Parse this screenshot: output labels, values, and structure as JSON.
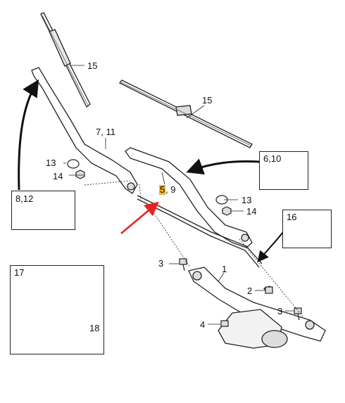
{
  "labels": {
    "p15_top": "15",
    "p15_mid": "15",
    "p7_11": "7, 11",
    "p13_left": "13",
    "p14_left": "14",
    "p6_10": "6,10",
    "p5": "5",
    "p9": ", 9",
    "p13_right": "13",
    "p14_right": "14",
    "p8_12": "8,12",
    "p16": "16",
    "p3_left": "3",
    "p1": "1",
    "p2": "2",
    "p3_right": "3",
    "p4": "4",
    "p17": "17",
    "p18": "18"
  },
  "colors": {
    "highlight": "#f5b025",
    "pointer_arrow": "#e8231f",
    "line": "#222222"
  }
}
